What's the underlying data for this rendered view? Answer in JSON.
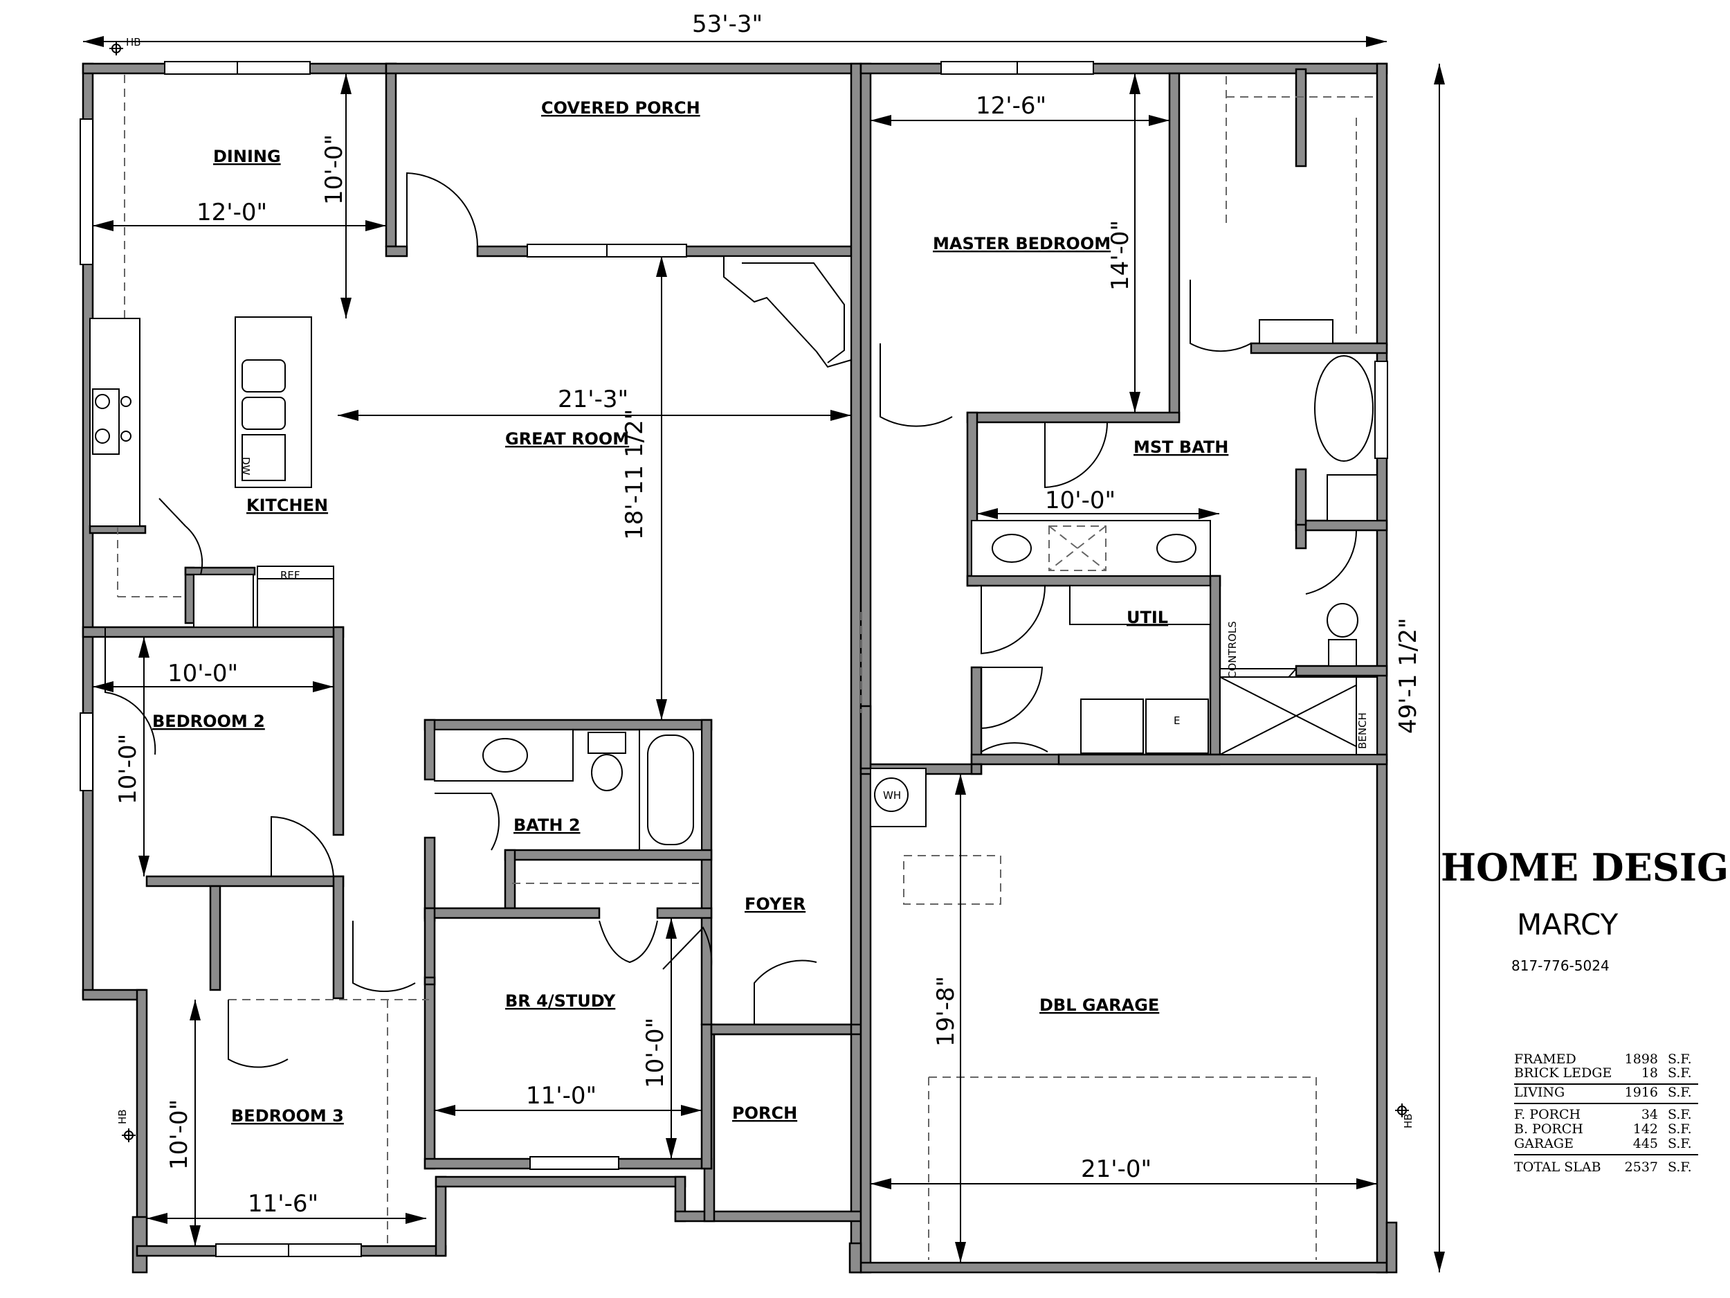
{
  "overall": {
    "width": "53'-3\"",
    "depth": "49'-1 1/2\""
  },
  "rooms": {
    "covered_porch": "COVERED PORCH",
    "dining": "DINING",
    "kitchen": "KITCHEN",
    "great_room": "GREAT ROOM",
    "master_bedroom": "MASTER BEDROOM",
    "mst_bath": "MST BATH",
    "util": "UTIL",
    "bedroom_2": "BEDROOM 2",
    "bath_2": "BATH 2",
    "foyer": "FOYER",
    "br4_study": "BR 4/STUDY",
    "bedroom_3": "BEDROOM 3",
    "porch": "PORCH",
    "dbl_garage": "DBL GARAGE"
  },
  "dimensions": {
    "dining_w": "12'-0\"",
    "dining_d": "10'-0\"",
    "great_room_w": "21'-3\"",
    "great_room_d": "18'-11 1/2\"",
    "master_w": "12'-6\"",
    "master_d": "14'-0\"",
    "mst_bath_w": "10'-0\"",
    "bedroom2_w": "10'-0\"",
    "bedroom2_d": "10'-0\"",
    "br4_w": "11'-0\"",
    "br4_d": "10'-0\"",
    "bedroom3_w": "11'-6\"",
    "bedroom3_d": "10'-0\"",
    "garage_w": "21'-0\"",
    "garage_d": "19'-8\""
  },
  "fixtures": {
    "dw": "DW",
    "ref": "REF",
    "wh": "WH",
    "controls": "CONTROLS",
    "bench": "BENCH",
    "hb": "HB"
  },
  "brand": {
    "company": "HOME DESIGNS",
    "plan_name": "MARCY",
    "phone": "817-776-5024"
  },
  "square_footage": [
    {
      "label": "FRAMED",
      "value": "1898",
      "unit": "S.F."
    },
    {
      "label": "BRICK LEDGE",
      "value": "18",
      "unit": "S.F."
    },
    {
      "label": "LIVING",
      "value": "1916",
      "unit": "S.F."
    },
    {
      "label": "F. PORCH",
      "value": "34",
      "unit": "S.F."
    },
    {
      "label": "B. PORCH",
      "value": "142",
      "unit": "S.F."
    },
    {
      "label": "GARAGE",
      "value": "445",
      "unit": "S.F."
    },
    {
      "label": "TOTAL SLAB",
      "value": "2537",
      "unit": "S.F."
    }
  ]
}
